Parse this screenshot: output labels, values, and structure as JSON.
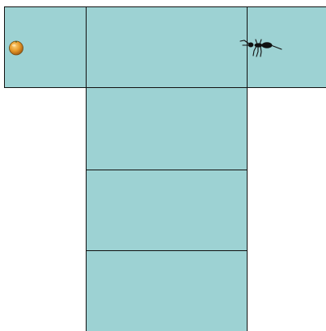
{
  "board": {
    "cell_color": "#9dd2d3",
    "grid_line_color": "#111111",
    "cells": [
      "cell-0",
      "cell-1",
      "cell-2",
      "cell-3",
      "cell-4",
      "cell-5"
    ]
  },
  "items": [
    {
      "kind": "orange",
      "icon": "orange-icon",
      "color": "#e79a2a",
      "cell": "cell-0"
    },
    {
      "kind": "ant",
      "icon": "ant-icon",
      "color": "#111111",
      "cell": "cell-2"
    }
  ]
}
